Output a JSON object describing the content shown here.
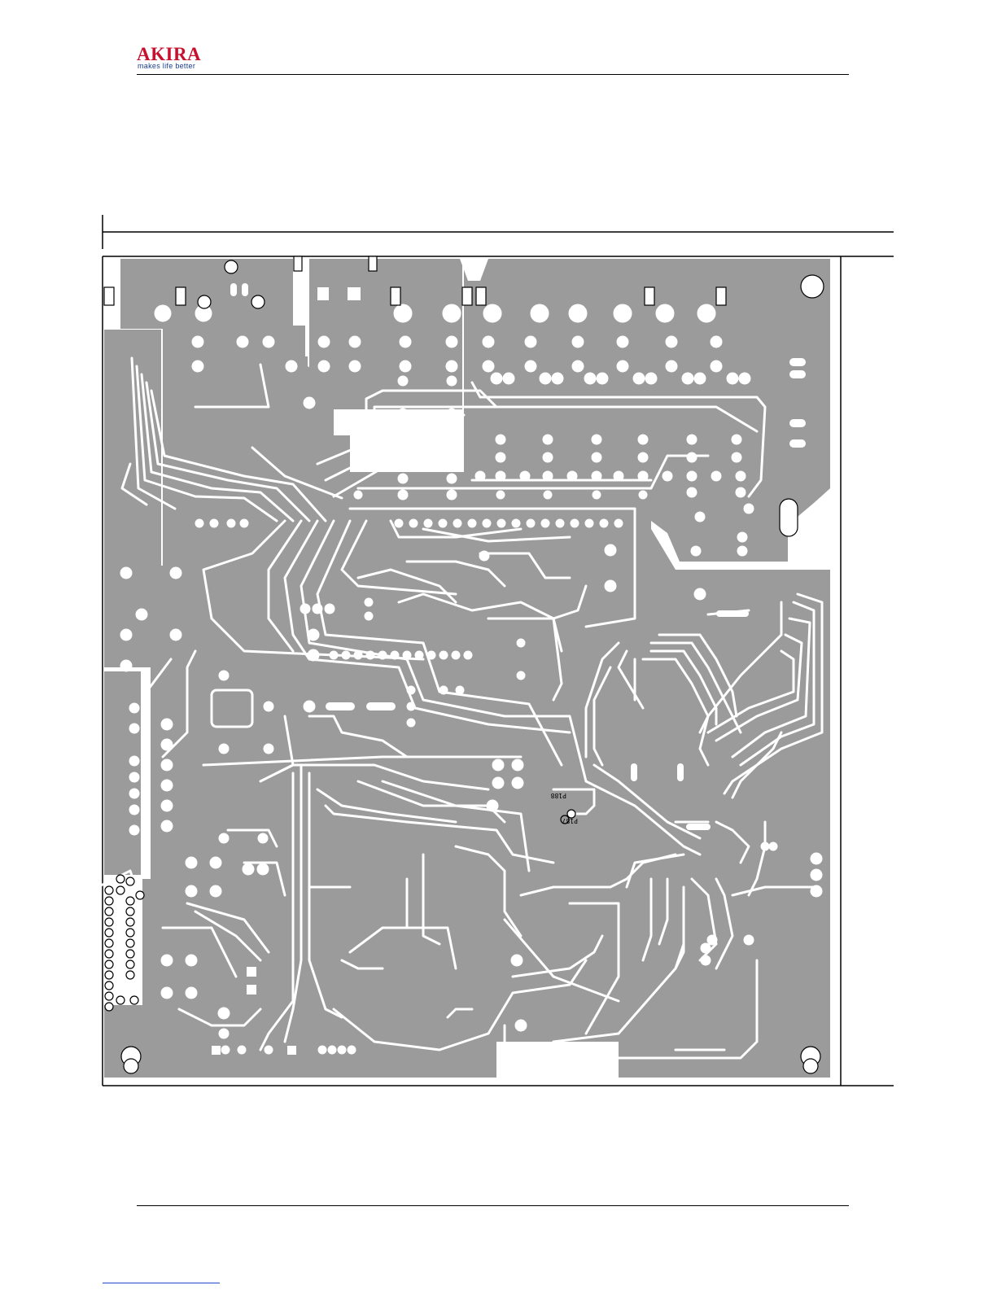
{
  "header": {
    "brand": "AKIRA",
    "tagline": "makes life better"
  },
  "board": {
    "layer_color": "#9b9b9b",
    "trace_color": "#ffffff",
    "silkscreen_labels": [
      "P187",
      "P188"
    ]
  },
  "colors": {
    "brand_red": "#c8102e",
    "tagline_blue": "#1a3d8f",
    "copper_fill": "#9b9b9b"
  }
}
